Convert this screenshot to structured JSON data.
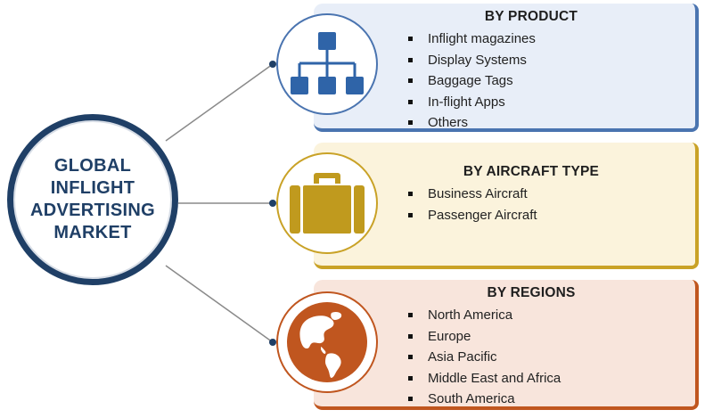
{
  "hub": {
    "lines": [
      "GLOBAL",
      "INFLIGHT",
      "ADVERTISING",
      "MARKET"
    ]
  },
  "segments": [
    {
      "title": "BY PRODUCT",
      "icon": "hierarchy-icon",
      "accent": "#4a74b0",
      "panel_bg": "#e8eef8",
      "items": [
        "Inflight magazines",
        "Display Systems",
        "Baggage Tags",
        "In-flight Apps",
        "Others"
      ]
    },
    {
      "title": "BY AIRCRAFT TYPE",
      "icon": "suitcase-icon",
      "accent": "#c9a227",
      "panel_bg": "#fbf3dc",
      "items": [
        "Business Aircraft",
        "Passenger Aircraft"
      ]
    },
    {
      "title": "BY REGIONS",
      "icon": "globe-icon",
      "accent": "#c0561f",
      "panel_bg": "#f8e5dc",
      "items": [
        "North America",
        "Europe",
        "Asia Pacific",
        "Middle East and Africa",
        "South America"
      ]
    }
  ],
  "colors": {
    "hub_border": "#1f3f66",
    "connector": "#8a8a8a",
    "dot": "#1f3f66"
  }
}
